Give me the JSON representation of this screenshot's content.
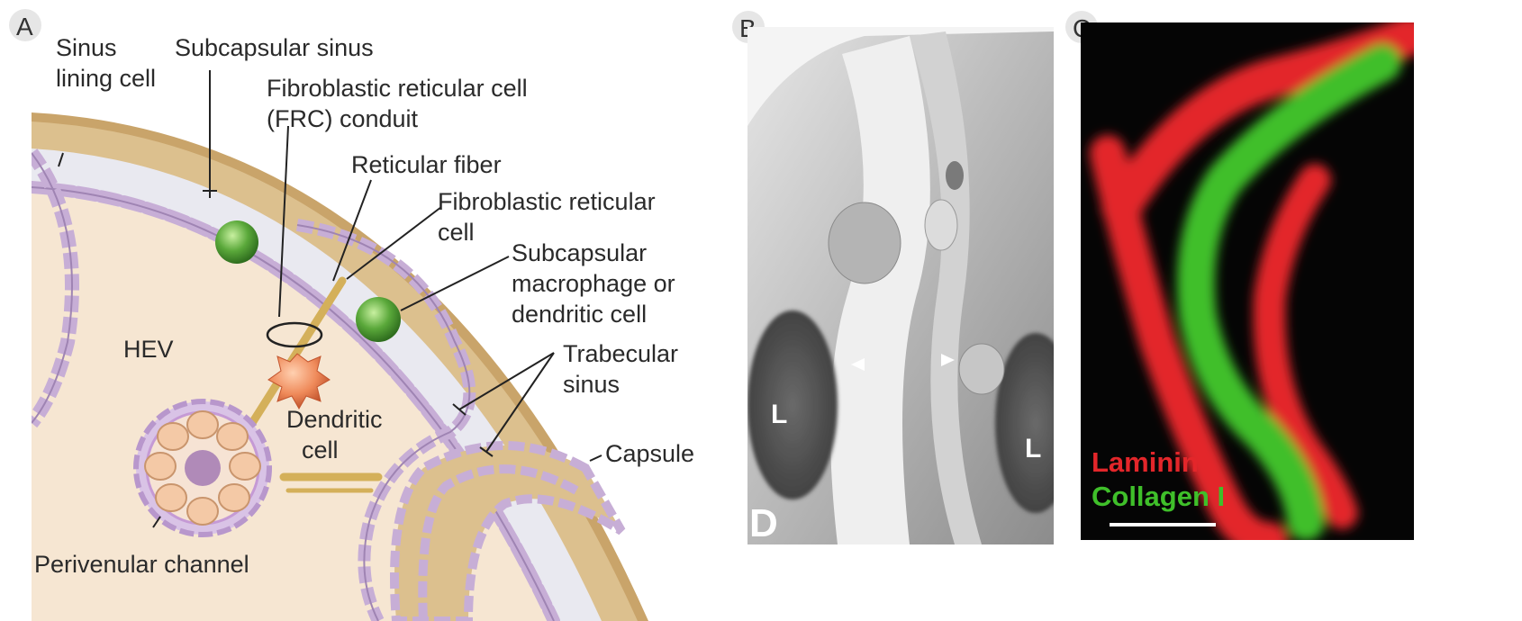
{
  "panels": {
    "a": {
      "letter": "A",
      "labels": {
        "sinus_lining_cell_1": "Sinus",
        "sinus_lining_cell_2": "lining cell",
        "subcapsular_sinus": "Subcapsular sinus",
        "frc_conduit_1": "Fibroblastic reticular cell",
        "frc_conduit_2": "(FRC) conduit",
        "reticular_fiber": "Reticular fiber",
        "fibroblastic_reticular_cell_1": "Fibroblastic reticular",
        "fibroblastic_reticular_cell_2": "cell",
        "subcapsular_macrophage_1": "Subcapsular",
        "subcapsular_macrophage_2": "macrophage or",
        "subcapsular_macrophage_3": "dendritic cell",
        "hev": "HEV",
        "trabecular_sinus_1": "Trabecular",
        "trabecular_sinus_2": "sinus",
        "dendritic_cell_1": "Dendritic",
        "dendritic_cell_2": "cell",
        "capsule": "Capsule",
        "perivenular_channel": "Perivenular channel"
      }
    },
    "b": {
      "letter": "B",
      "labels": {
        "lymphocyte_left": "L",
        "lymphocyte_right": "L",
        "marker_d": "D"
      }
    },
    "c": {
      "letter": "C",
      "labels": {
        "laminin": "Laminin",
        "collagen": "Collagen I"
      }
    }
  },
  "colors": {
    "capsule": "#c9a46a",
    "capsule_edge": "#a8844c",
    "parenchyma": "#f6e6d2",
    "sinus": "#e8e8ef",
    "lining_cells": "#c7aed6",
    "fiber": "#d4b05a",
    "macrophage": "#5aa83a",
    "dendritic": "#ef8a5a",
    "hev_cells": "#f4c9a6",
    "laminin": "#e3262a",
    "collagen": "#3fbf2a",
    "micrograph_bg": "#d6d6d6"
  }
}
